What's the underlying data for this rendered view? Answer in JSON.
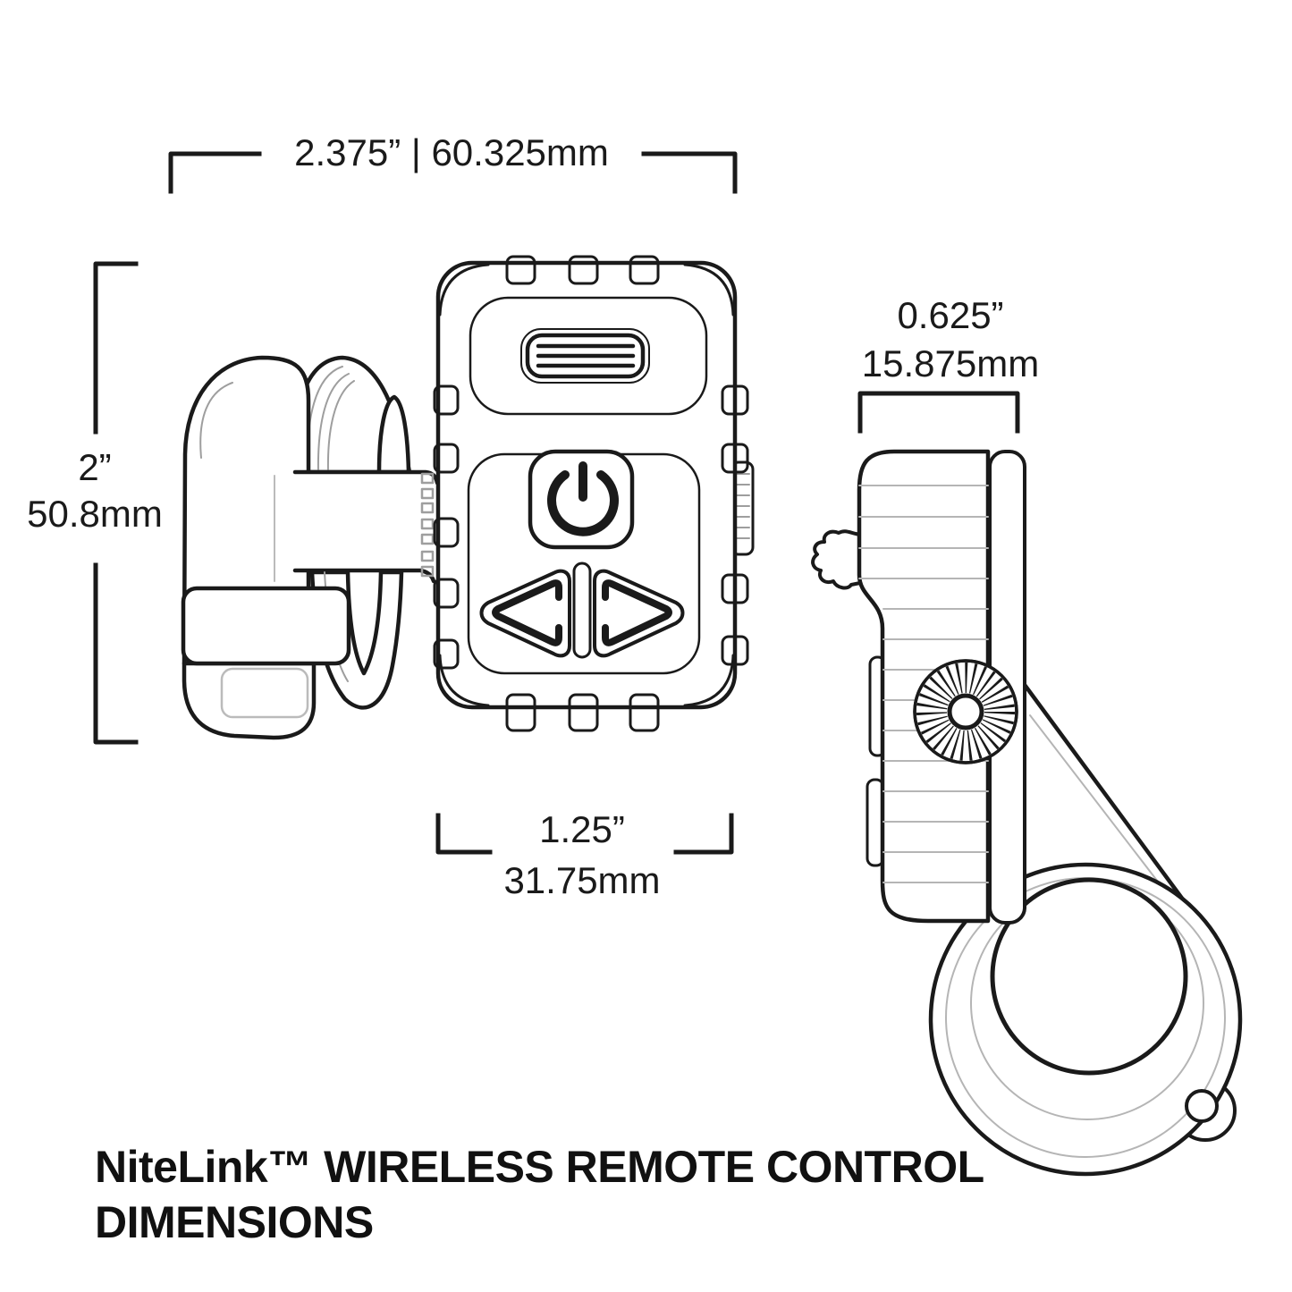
{
  "colors": {
    "background": "#ffffff",
    "line": "#1a1a1a",
    "detail_line": "#9e9e9e"
  },
  "title": {
    "line1": "NiteLink™ WIRELESS REMOTE CONTROL",
    "line2": "DIMENSIONS"
  },
  "dimensions": {
    "overall_width": {
      "text": "2.375” | 60.325mm"
    },
    "overall_height": {
      "inches": "2”",
      "mm": "50.8mm"
    },
    "body_width": {
      "inches": "1.25”",
      "mm": "31.75mm"
    },
    "body_depth": {
      "inches": "0.625”",
      "mm": "15.875mm"
    }
  }
}
